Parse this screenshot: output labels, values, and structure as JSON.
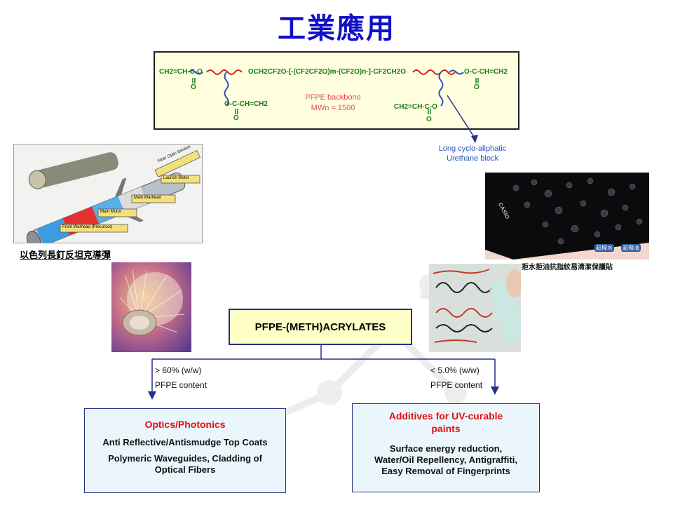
{
  "title": "工業應用",
  "chemistry": {
    "left_group": "CH2=CH-C-O",
    "chain": "OCH2CF2O-[-(CF2CF2O)m-(CF2O)n-]-CF2CH2O",
    "right_group": "O-C-CH=CH2",
    "lower_left_group": "O-C-CH=CH2",
    "lower_right_group": "CH2=CH-C-O",
    "carbonyl_o": "O",
    "backbone_label": "PFPE backbone",
    "mw_label": "MWn = 1500",
    "urethane_label_line1": "Long cyclo-aliphatic",
    "urethane_label_line2": "Urethane block"
  },
  "missile": {
    "callouts": [
      "Fiber Optic Section",
      "Launch Motor",
      "Main Warhead",
      "Main Motor",
      "Front Warhead (Precursor)"
    ],
    "caption": "以色列長釘反坦克導彈"
  },
  "screen_photo": {
    "brand": "CASIO",
    "badge_left": "超撥水",
    "badge_right": "超撥油",
    "caption": "拒水拒油抗指紋易清潔保護貼"
  },
  "central_label": "PFPE-(METH)ACRYLATES",
  "left_branch": {
    "label_line1": "> 60% (w/w)",
    "label_line2": "PFPE content"
  },
  "right_branch": {
    "label_line1": "< 5.0% (w/w)",
    "label_line2": "PFPE content"
  },
  "left_box": {
    "title": "Optics/Photonics",
    "line1": "Anti Reflective/Antismudge Top Coats",
    "line2": "Polymeric Waveguides, Cladding of Optical Fibers"
  },
  "right_box": {
    "title": "Additives for UV-curable paints",
    "line1": "Surface energy reduction,",
    "line2": "Water/Oil Repellency, Antigraffiti,",
    "line3": "Easy Removal of Fingerprints"
  },
  "colors": {
    "title": "#1010c8",
    "chem_green": "#1a7a1a",
    "chem_red": "#d02020",
    "arrow_blue": "#23318a",
    "box_fill": "#eaf6fb",
    "central_fill": "#ffffc8",
    "accent_red": "#e01010"
  }
}
